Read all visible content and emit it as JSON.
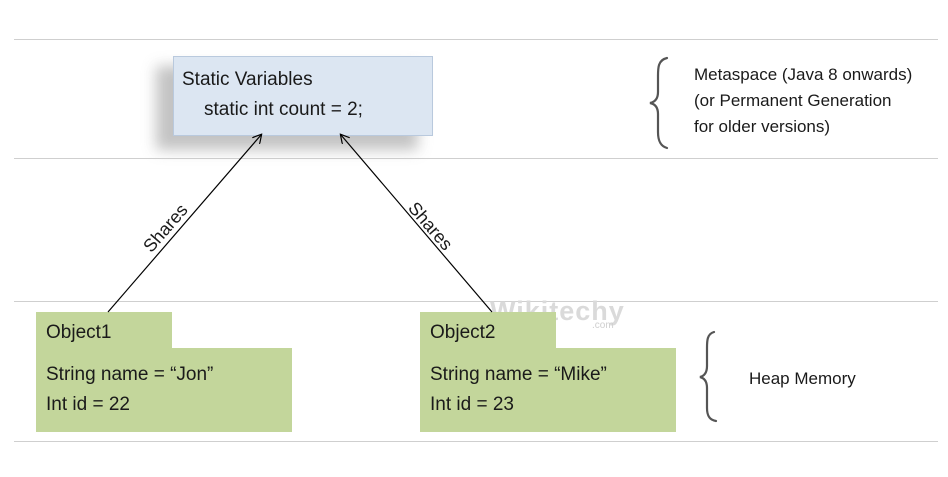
{
  "static_box": {
    "title": "Static Variables",
    "code": "static int count = 2;"
  },
  "objects": [
    {
      "title": "Object1",
      "line1": "String name = “Jon”",
      "line2": "Int id = 22"
    },
    {
      "title": "Object2",
      "line1": "String name = “Mike”",
      "line2": "Int id = 23"
    }
  ],
  "edges": [
    {
      "label": "Shares"
    },
    {
      "label": "Shares"
    }
  ],
  "metaspace_note": {
    "line1": "Metaspace (Java 8 onwards)",
    "line2": "(or Permanent Generation",
    "line3": "for older versions)"
  },
  "heap_note": {
    "label": "Heap Memory"
  },
  "watermark": {
    "text": "Wikitechy",
    "suffix": ".com"
  },
  "colors": {
    "static_box": "#dce6f2",
    "object_box": "#c3d69b",
    "divider": "#cfcfcf"
  }
}
